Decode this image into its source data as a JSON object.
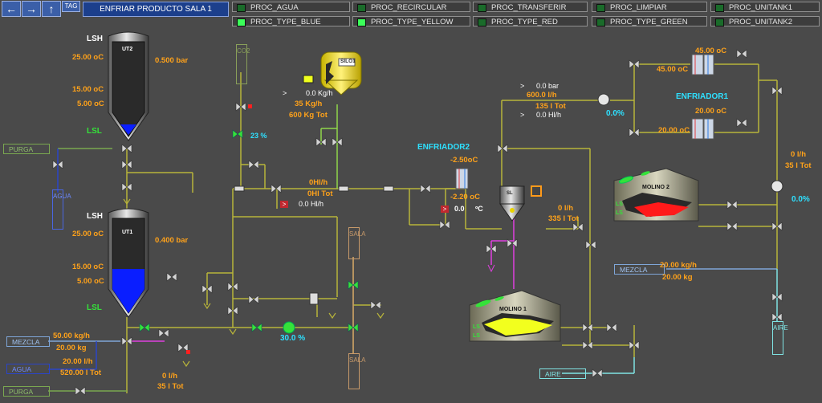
{
  "toolbar": {
    "back_icon": "arrow-left-icon",
    "forward_icon": "arrow-right-icon",
    "up_icon": "arrow-up-icon",
    "tag_label": "TAG",
    "title": "ENFRIAR PRODUCTO SALA 1"
  },
  "procs": [
    {
      "label": "PROC_AGUA",
      "on": false
    },
    {
      "label": "PROC_RECIRCULAR",
      "on": false
    },
    {
      "label": "PROC_TRANSFERIR",
      "on": false
    },
    {
      "label": "PROC_LIMPIAR",
      "on": false
    },
    {
      "label": "PROC_UNITANK1",
      "on": false
    },
    {
      "label": "PROC_TYPE_BLUE",
      "on": true
    },
    {
      "label": "PROC_TYPE_YELLOW",
      "on": true
    },
    {
      "label": "PROC_TYPE_RED",
      "on": false
    },
    {
      "label": "PROC_TYPE_GREEN",
      "on": false
    },
    {
      "label": "PROC_UNITANK2",
      "on": false
    }
  ],
  "ut2": {
    "name": "UT2",
    "lsh": "LSH",
    "lsl": "LSL",
    "temp1": "25.00 oC",
    "temp2": "15.00 oC",
    "temp3": "5.00 oC",
    "pressure": "0.500 bar",
    "level": 0.1
  },
  "ut1": {
    "name": "UT1",
    "lsh": "LSH",
    "lsl": "LSL",
    "temp1": "25.00 oC",
    "temp2": "15.00 oC",
    "temp3": "5.00 oC",
    "pressure": "0.400 bar",
    "level": 0.45
  },
  "tags": {
    "purga_top": "PURGA",
    "agua_left": "AGUA",
    "mezcla_left": "MEZCLA",
    "agua_bottom": "AGUA",
    "purga_bottom": "PURGA",
    "co2": "CO2",
    "sala_top": "SALA",
    "sala_bottom": "SALA",
    "mezcla_right": "MEZCLA",
    "aire_right": "AIRE",
    "aire_bottom": "AIRE"
  },
  "silo": {
    "name": "SILO1",
    "flow1": "0.0 Kg/h",
    "flow2": "35 Kg/h",
    "total": "600 Kg Tot"
  },
  "valve_pct": "23  %",
  "line_main": {
    "flow": "0Hl/h",
    "total": "0Hl Tot",
    "flow2": "0.0 Hl/h"
  },
  "enfriador2": {
    "name": "ENFRIADOR2",
    "t_out": "-2.50oC",
    "t_in": "-2.20 oC",
    "t_val": "0.0",
    "t_unit": "ºC"
  },
  "top_line": {
    "pressure": "0.0 bar",
    "flow": "600.0 l/h",
    "total": "135 l Tot",
    "flow2": "0.0 Hl/h",
    "pump_pct": "0.0%"
  },
  "enfriador1": {
    "name": "ENFRIADOR1",
    "t1": "45.00 oC",
    "t2": "45.00 oC",
    "t3": "20.00 oC",
    "t4": "20.00 oC"
  },
  "molino2": {
    "name": "MOLINO 2",
    "ls_top": "LS",
    "ls_bot": "LS",
    "flow": "0 l/h",
    "total": "35 l Tot",
    "pump_pct": "0.0%"
  },
  "sl_tank": {
    "name": "SL",
    "flow": "0 l/h",
    "total": "335 l Tot"
  },
  "molino1": {
    "name": "MOLINO 1",
    "ls_top": "LS",
    "ls_bot": "LS"
  },
  "mezcla_right_vals": {
    "flow": "20.00 kg/h",
    "mass": "20.00 kg"
  },
  "left_bottom": {
    "mezcla_flow": "50.00 kg/h",
    "mezcla_mass": "20.00 kg",
    "agua_flow": "20.00 l/h",
    "agua_total": "520.00 l Tot",
    "flow": "0 l/h",
    "total": "35 l Tot"
  },
  "pump_bottom_pct": "30.0 %",
  "colors": {
    "pipe": "#b8b43a",
    "bg": "#4a4a4a",
    "blue_fill": "#0a1eff",
    "yellow_fill": "#f2ff1e",
    "red_fill": "#ff1a1a",
    "orange": "#ffa21a",
    "cyan": "#2ee0ff",
    "green": "#35e23a"
  }
}
